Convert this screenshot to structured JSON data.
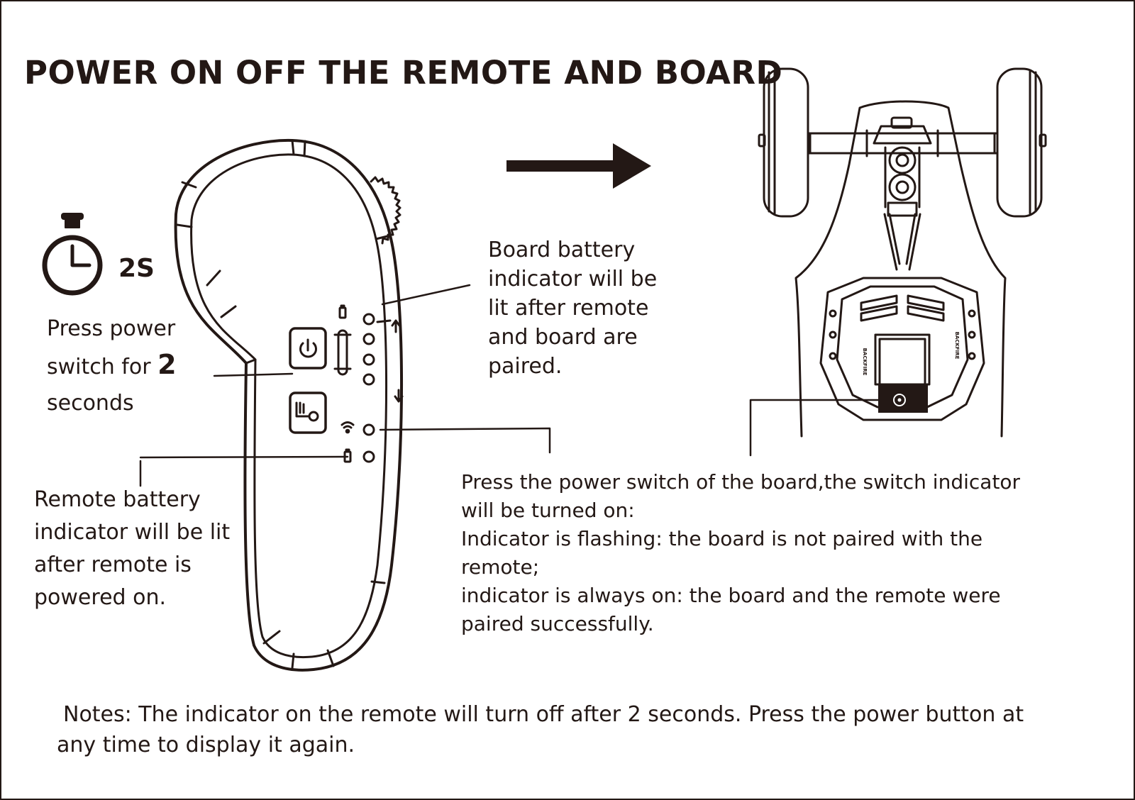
{
  "title": "POWER ON OFF THE REMOTE AND BOARD",
  "timer": {
    "label": "2S",
    "icon": "stopwatch-icon"
  },
  "press_power": {
    "line1": "Press power",
    "line2_prefix": "switch  for ",
    "line2_number": "2",
    "line3": "seconds"
  },
  "board_battery": {
    "lines": [
      "Board battery",
      "indicator will be",
      "lit after remote",
      "and board are",
      "paired."
    ]
  },
  "remote_battery": {
    "lines": [
      "Remote battery",
      "indicator will be lit",
      "after remote is",
      "powered on."
    ]
  },
  "board_switch": {
    "lines": [
      "Press the power switch of the board,the switch indicator",
      "will be turned on:",
      "Indicator is flashing: the board is not paired with the",
      "remote;",
      "indicator is always on: the board and the remote were",
      "paired successfully."
    ]
  },
  "notes": {
    "lines": [
      "Notes: The indicator on the remote will turn off after 2 seconds. Press the power button at",
      "any time to display it again."
    ]
  },
  "board_brand_text": "BACKFIRE",
  "colors": {
    "ink": "#231815",
    "background": "#ffffff"
  }
}
